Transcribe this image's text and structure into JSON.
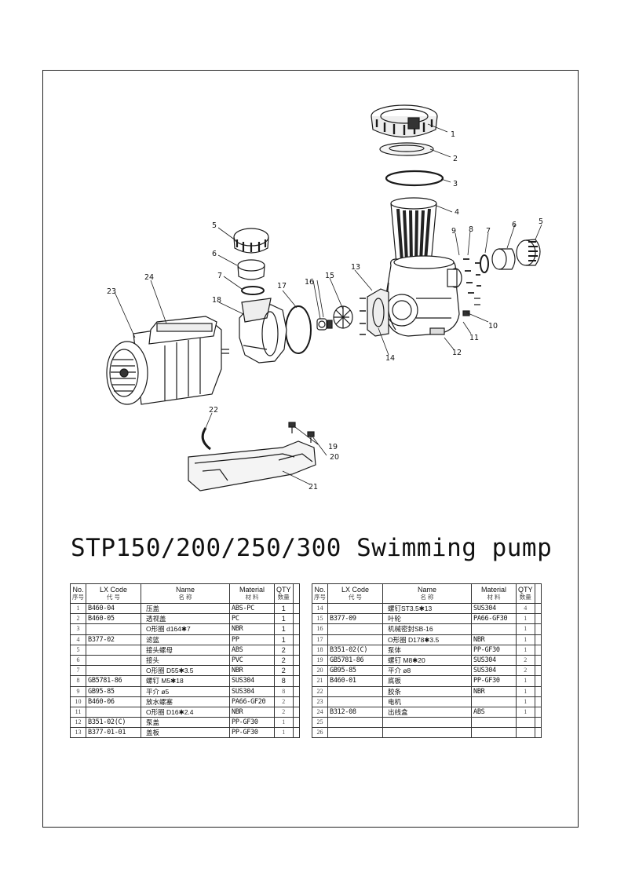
{
  "title": "STP150/200/250/300 Swimming pump",
  "callouts": [
    "1",
    "2",
    "3",
    "4",
    "5",
    "6",
    "7",
    "8",
    "9",
    "10",
    "11",
    "12",
    "13",
    "14",
    "15",
    "16",
    "17",
    "18",
    "19",
    "20",
    "21",
    "22",
    "23",
    "24",
    "5",
    "6",
    "7"
  ],
  "table_headers": {
    "no": "No.",
    "no_cn": "序号",
    "code": "LX Code",
    "code_cn": "代 号",
    "name": "Name",
    "name_cn": "名 称",
    "material": "Material",
    "material_cn": "材 料",
    "qty": "QTY",
    "qty_cn": "数量"
  },
  "parts_left": [
    {
      "no": "1",
      "code": "B460-04",
      "name": "压盖",
      "material": "ABS-PC",
      "qty": "1"
    },
    {
      "no": "2",
      "code": "B460-05",
      "name": "透视盖",
      "material": "PC",
      "qty": "1"
    },
    {
      "no": "3",
      "code": "",
      "name": "O形圈 d164✱7",
      "material": "NBR",
      "qty": "1"
    },
    {
      "no": "4",
      "code": "B377-02",
      "name": "滤篮",
      "material": "PP",
      "qty": "1"
    },
    {
      "no": "5",
      "code": "",
      "name": "接头螺母",
      "material": "ABS",
      "qty": "2"
    },
    {
      "no": "6",
      "code": "",
      "name": "接头",
      "material": "PVC",
      "qty": "2"
    },
    {
      "no": "7",
      "code": "",
      "name": "O形圈 D55✱3.5",
      "material": "NBR",
      "qty": "2"
    },
    {
      "no": "8",
      "code": "GB5781-86",
      "name": "螺钉 M5✱18",
      "material": "SUS304",
      "qty": "8"
    },
    {
      "no": "9",
      "code": "GB95-85",
      "name": "平介 ø5",
      "material": "SUS304",
      "qty": "8"
    },
    {
      "no": "10",
      "code": "B460-06",
      "name": "放水螺塞",
      "material": "PA66-GF20",
      "qty": "2"
    },
    {
      "no": "11",
      "code": "",
      "name": "O形圈 D16✱2.4",
      "material": "NBR",
      "qty": "2"
    },
    {
      "no": "12",
      "code": "B351-02(C)",
      "name": "泵盖",
      "material": "PP-GF30",
      "qty": "1"
    },
    {
      "no": "13",
      "code": "B377-01-01",
      "name": "盖板",
      "material": "PP-GF30",
      "qty": "1"
    }
  ],
  "parts_right": [
    {
      "no": "14",
      "code": "",
      "name": "螺钉ST3.5✱13",
      "material": "SUS304",
      "qty": "4"
    },
    {
      "no": "15",
      "code": "B377-09",
      "name": "叶轮",
      "material": "PA66-GF30",
      "qty": "1"
    },
    {
      "no": "16",
      "code": "",
      "name": "机械密封SB-16",
      "material": "",
      "qty": "1"
    },
    {
      "no": "17",
      "code": "",
      "name": "O形圈 D178✱3.5",
      "material": "NBR",
      "qty": "1"
    },
    {
      "no": "18",
      "code": "B351-02(C)",
      "name": "泵体",
      "material": "PP-GF30",
      "qty": "1"
    },
    {
      "no": "19",
      "code": "GB5781-86",
      "name": "螺钉 M8✱20",
      "material": "SUS304",
      "qty": "2"
    },
    {
      "no": "20",
      "code": "GB95-85",
      "name": "平介 ø8",
      "material": "SUS304",
      "qty": "2"
    },
    {
      "no": "21",
      "code": "B460-01",
      "name": "底板",
      "material": "PP-GF30",
      "qty": "1"
    },
    {
      "no": "22",
      "code": "",
      "name": "胶条",
      "material": "NBR",
      "qty": "1"
    },
    {
      "no": "23",
      "code": "",
      "name": "电机",
      "material": "",
      "qty": "1"
    },
    {
      "no": "24",
      "code": "B312-08",
      "name": "出线盒",
      "material": "ABS",
      "qty": "1"
    },
    {
      "no": "25",
      "code": "",
      "name": "",
      "material": "",
      "qty": ""
    },
    {
      "no": "26",
      "code": "",
      "name": "",
      "material": "",
      "qty": ""
    }
  ]
}
